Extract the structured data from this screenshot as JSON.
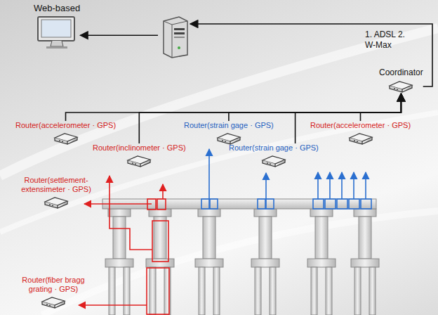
{
  "diagram": {
    "nodes": [
      {
        "text": [
          "Web-based"
        ]
      },
      {
        "text": []
      },
      {
        "text": [
          "Coordinator"
        ]
      },
      {
        "text": [
          "Router(accelerometer · GPS)"
        ]
      },
      {
        "text": [
          "Router(inclinometer · GPS)"
        ]
      },
      {
        "text": [
          "Router(strain gage · GPS)"
        ]
      },
      {
        "text": [
          "Router(strain gage · GPS)"
        ]
      },
      {
        "text": [
          "Router(accelerometer · GPS)"
        ]
      },
      {
        "text": [
          "Router(settlement-extensimeter · GPS)"
        ]
      },
      {
        "text": [
          "Router(fiber bragg grating · GPS)"
        ]
      }
    ],
    "edges": [
      {
        "from": 1,
        "to": 0,
        "arrow": "to"
      },
      {
        "from": 2,
        "to": 1,
        "arrow": "to",
        "label": "1. ADSL 2. W-Max"
      },
      {
        "from": 3,
        "to": 2,
        "arrow": "to"
      },
      {
        "from": 4,
        "to": 2,
        "arrow": "to"
      },
      {
        "from": 5,
        "to": 2,
        "arrow": "to"
      },
      {
        "from": 6,
        "to": 2,
        "arrow": "to"
      },
      {
        "from": 7,
        "to": 2,
        "arrow": "to"
      }
    ]
  }
}
